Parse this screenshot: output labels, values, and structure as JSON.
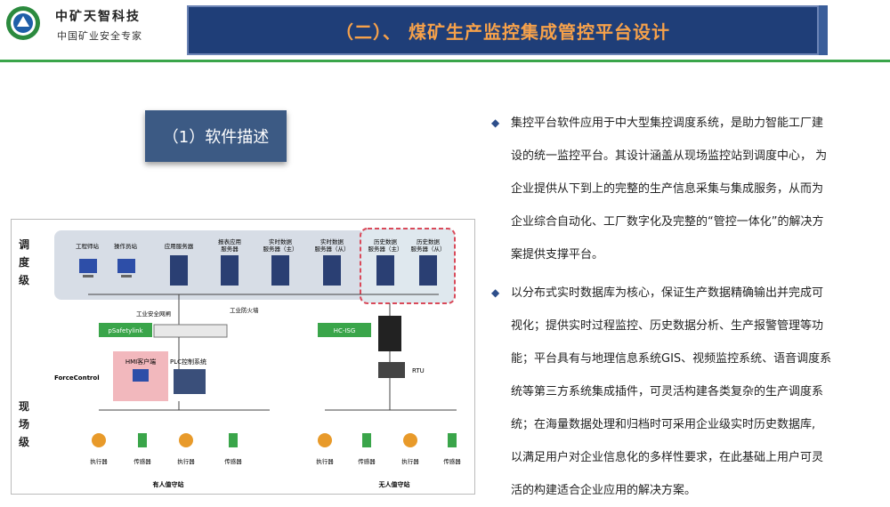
{
  "header": {
    "company_name": "中矿天智科技",
    "company_tagline": "中国矿业安全专家",
    "slide_title": "（二）、 煤矿生产监控集成管控平台设计"
  },
  "section": {
    "label": "（1）软件描述"
  },
  "diagram": {
    "levels": {
      "top": "调度级",
      "bottom": "现场级"
    },
    "top_nodes": [
      "工程师站",
      "操作员站",
      "应用服务器",
      "报表应用服务器",
      "实时数据服务器（主）",
      "实时数据服务器（从）",
      "历史数据服务器（主）",
      "历史数据服务器（从）"
    ],
    "net_labels": {
      "industrial_net": "工业安全网闸",
      "firewall": "工业防火墙"
    },
    "devices": {
      "psafety": "pSafetylink",
      "hcisg": "HC-ISG",
      "rtu": "RTU",
      "hmi": "HMI客户端",
      "plc": "PLC控制系统",
      "forcecontrol": "ForceControl"
    },
    "field": {
      "actuator": "执行器",
      "sensor": "传感器"
    },
    "stations": {
      "manned": "有人值守站",
      "unmanned": "无人值守站"
    }
  },
  "bullets": [
    {
      "lines": [
        "集控平台软件应用于中大型集控调度系统，是助力智能工厂建",
        "设的统一监控平台。其设计涵盖从现场监控站到调度中心，  为",
        "企业提供从下到上的完整的生产信息采集与集成服务，从而为",
        "企业综合自动化、工厂数字化及完整的“管控一体化”的解决方",
        "案提供支撑平台。"
      ]
    },
    {
      "lines": [
        "以分布式实时数据库为核心，保证生产数据精确输出并完成可",
        "视化；提供实时过程监控、历史数据分析、生产报警管理等功",
        "能；平台具有与地理信息系统GIS、视频监控系统、语音调度系",
        "统等第三方系统集成插件，可灵活构建各类复杂的生产调度系",
        "统；在海量数据处理和归档时可采用企业级实时历史数据库,",
        "以满足用户对企业信息化的多样性要求，在此基础上用户可灵",
        "活的构建适合企业应用的解决方案。"
      ]
    }
  ],
  "colors": {
    "title_bg": "#1f3e78",
    "title_text": "#f6a14a",
    "accent_green": "#3aa54a",
    "bullet": "#2d4e8b"
  }
}
